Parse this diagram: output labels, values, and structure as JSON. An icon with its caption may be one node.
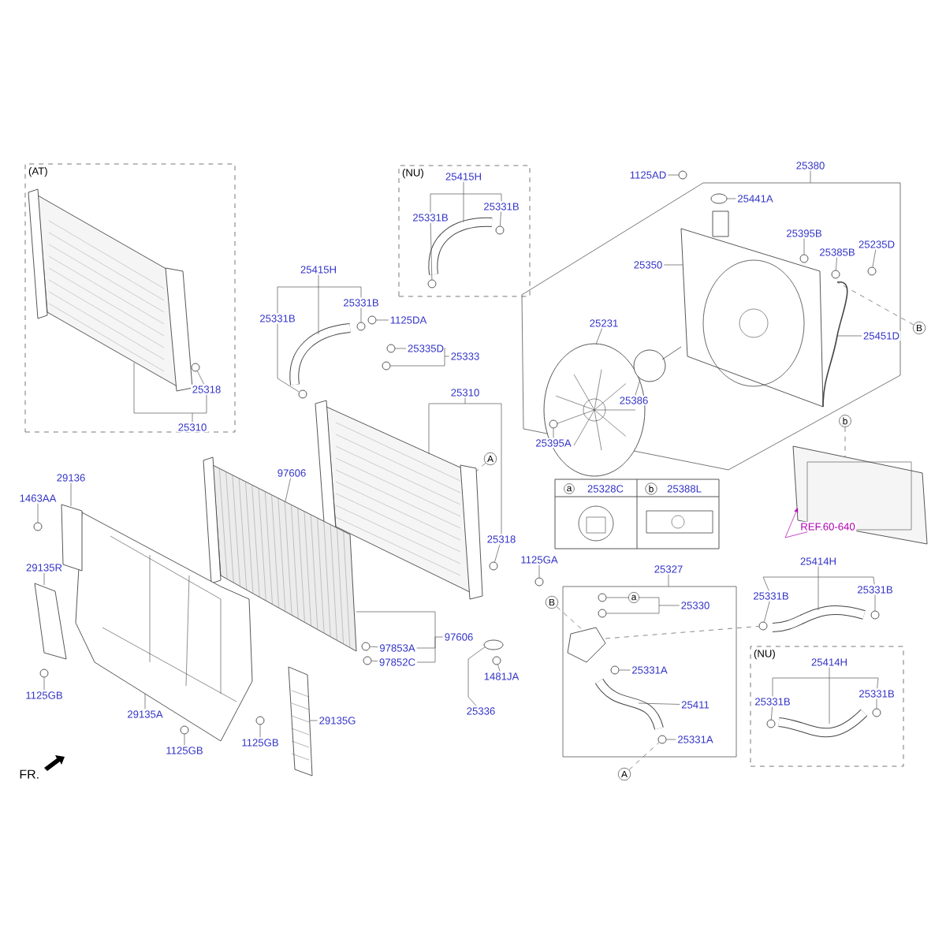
{
  "diagram": {
    "nodes": [
      {
        "text": [
          "(AT)"
        ]
      },
      {
        "text": [
          "25318"
        ],
        "in": 0
      },
      {
        "text": [
          "25310"
        ],
        "in": 0
      },
      {
        "text": [
          "(NU)"
        ]
      },
      {
        "text": [
          "25415H"
        ],
        "in": 3
      },
      {
        "text": [
          "25331B"
        ],
        "in": 3
      },
      {
        "text": [
          "25331B"
        ],
        "in": 3
      },
      {
        "text": [
          "25415H"
        ]
      },
      {
        "text": [
          "25331B"
        ]
      },
      {
        "text": [
          "25331B"
        ]
      },
      {
        "text": [
          "1125DA"
        ]
      },
      {
        "text": [
          "25335D"
        ]
      },
      {
        "text": [
          "25333"
        ]
      },
      {
        "text": [
          "25310"
        ]
      },
      {
        "text": [
          "25318"
        ]
      },
      {
        "text": [
          "A"
        ]
      },
      {
        "text": [
          "97606"
        ]
      },
      {
        "text": [
          "97606"
        ]
      },
      {
        "text": [
          "97853A"
        ]
      },
      {
        "text": [
          "97852C"
        ]
      },
      {
        "text": [
          "29136"
        ]
      },
      {
        "text": [
          "1463AA"
        ]
      },
      {
        "text": [
          "29135R"
        ]
      },
      {
        "text": [
          "1125GB"
        ]
      },
      {
        "text": [
          "29135A"
        ]
      },
      {
        "text": [
          "1125GB"
        ]
      },
      {
        "text": [
          "1125GB"
        ]
      },
      {
        "text": [
          "29135G"
        ]
      },
      {
        "text": [
          "1125AD"
        ]
      },
      {
        "text": [
          "25380"
        ]
      },
      {
        "text": [
          "25441A"
        ]
      },
      {
        "text": [
          "25395B"
        ]
      },
      {
        "text": [
          "25385B"
        ]
      },
      {
        "text": [
          "25235D"
        ]
      },
      {
        "text": [
          "25350"
        ]
      },
      {
        "text": [
          "25451D"
        ]
      },
      {
        "text": [
          "B"
        ]
      },
      {
        "text": [
          "25231"
        ]
      },
      {
        "text": [
          "25386"
        ]
      },
      {
        "text": [
          "25395A"
        ]
      },
      {
        "text": [
          "REF.60-640"
        ]
      },
      {
        "text": [
          "b"
        ]
      },
      {
        "text": [
          "1125GA"
        ]
      },
      {
        "text": [
          "B"
        ]
      },
      {
        "text": [
          "25327"
        ]
      },
      {
        "text": [
          "a"
        ]
      },
      {
        "text": [
          "25330"
        ]
      },
      {
        "text": [
          "25331A"
        ]
      },
      {
        "text": [
          "25411"
        ]
      },
      {
        "text": [
          "25331A"
        ]
      },
      {
        "text": [
          "A"
        ]
      },
      {
        "text": [
          "25414H"
        ]
      },
      {
        "text": [
          "25331B"
        ]
      },
      {
        "text": [
          "25331B"
        ]
      },
      {
        "text": [
          "(NU)"
        ]
      },
      {
        "text": [
          "25414H"
        ],
        "in": 54
      },
      {
        "text": [
          "25331B"
        ],
        "in": 54
      },
      {
        "text": [
          "25331B"
        ],
        "in": 54
      },
      {
        "text": [
          "1481JA"
        ]
      },
      {
        "text": [
          "25336"
        ]
      },
      {
        "text": [],
        "shape": "picture",
        "in": 0
      },
      {
        "text": [],
        "shape": "picture",
        "in": 3
      },
      {
        "text": [],
        "shape": "picture"
      },
      {
        "text": [],
        "shape": "picture"
      },
      {
        "text": [],
        "shape": "picture"
      },
      {
        "text": [],
        "shape": "box"
      },
      {
        "text": [],
        "shape": "picture"
      },
      {
        "text": [],
        "shape": "picture"
      },
      {
        "text": [],
        "shape": "picture"
      },
      {
        "text": [],
        "shape": "picture"
      },
      {
        "text": [],
        "shape": "picture"
      },
      {
        "text": [],
        "shape": "picture"
      },
      {
        "text": [],
        "shape": "circle"
      },
      {
        "text": [],
        "shape": "picture"
      },
      {
        "text": [],
        "shape": "picture"
      },
      {
        "text": [],
        "shape": "picture"
      },
      {
        "text": [],
        "shape": "picture"
      },
      {
        "text": [],
        "shape": "picture"
      },
      {
        "text": [],
        "shape": "picture",
        "in": 54
      },
      {
        "text": [],
        "shape": "circle"
      },
      {
        "text": [],
        "shape": "circle",
        "in": 0
      },
      {
        "text": [],
        "shape": "circle",
        "in": 3
      },
      {
        "text": [],
        "shape": "circle",
        "in": 3
      },
      {
        "text": [],
        "shape": "circle"
      },
      {
        "text": [],
        "shape": "circle"
      },
      {
        "text": [],
        "shape": "circle"
      },
      {
        "text": [],
        "shape": "circle"
      },
      {
        "text": [],
        "shape": "circle"
      },
      {
        "text": [],
        "shape": "circle"
      },
      {
        "text": [],
        "shape": "circle"
      },
      {
        "text": [],
        "shape": "circle"
      },
      {
        "text": [],
        "shape": "circle"
      },
      {
        "text": [],
        "shape": "circle"
      },
      {
        "text": [],
        "shape": "circle"
      },
      {
        "text": [],
        "shape": "circle"
      },
      {
        "text": [],
        "shape": "circle"
      },
      {
        "text": [],
        "shape": "circle"
      },
      {
        "text": [],
        "shape": "circle"
      },
      {
        "text": [],
        "shape": "circle"
      },
      {
        "text": [],
        "shape": "circle",
        "in": 71
      },
      {
        "text": [],
        "shape": "circle"
      },
      {
        "text": [],
        "shape": "circle"
      },
      {
        "text": [],
        "shape": "circle"
      },
      {
        "text": [],
        "shape": "circle"
      },
      {
        "text": [],
        "shape": "circle"
      },
      {
        "text": [],
        "shape": "circle"
      },
      {
        "text": [],
        "shape": "circle"
      },
      {
        "text": [],
        "shape": "circle",
        "in": 54
      },
      {
        "text": [],
        "shape": "circle",
        "in": 54
      },
      {
        "text": [],
        "shape": "circle"
      }
    ],
    "edges": [
      {
        "from": 1,
        "to": 80,
        "arrow": "none"
      },
      {
        "from": 2,
        "to": 60,
        "arrow": "none"
      },
      {
        "from": 2,
        "to": 1,
        "arrow": "none"
      },
      {
        "from": 4,
        "to": 5,
        "arrow": "none"
      },
      {
        "from": 4,
        "to": 6,
        "arrow": "none"
      },
      {
        "from": 4,
        "to": 61,
        "arrow": "none"
      },
      {
        "from": 5,
        "to": 81,
        "arrow": "none"
      },
      {
        "from": 6,
        "to": 82,
        "arrow": "none"
      },
      {
        "from": 7,
        "to": 8,
        "arrow": "none"
      },
      {
        "from": 7,
        "to": 9,
        "arrow": "none"
      },
      {
        "from": 7,
        "to": 62,
        "arrow": "none"
      },
      {
        "from": 8,
        "to": 83,
        "arrow": "none"
      },
      {
        "from": 9,
        "to": 84,
        "arrow": "none"
      },
      {
        "from": 10,
        "to": 85,
        "arrow": "none"
      },
      {
        "from": 11,
        "to": 86,
        "arrow": "none"
      },
      {
        "from": 12,
        "to": 11,
        "arrow": "none"
      },
      {
        "from": 12,
        "to": 87,
        "arrow": "none"
      },
      {
        "from": 13,
        "to": 63,
        "arrow": "none"
      },
      {
        "from": 13,
        "to": 14,
        "arrow": "none"
      },
      {
        "from": 14,
        "to": 88,
        "arrow": "none"
      },
      {
        "from": 15,
        "to": 63,
        "arrow": "none",
        "style": "dashed"
      },
      {
        "from": 16,
        "to": 64,
        "arrow": "none"
      },
      {
        "from": 17,
        "to": 64,
        "arrow": "none"
      },
      {
        "from": 17,
        "to": 18,
        "arrow": "none"
      },
      {
        "from": 17,
        "to": 19,
        "arrow": "none"
      },
      {
        "from": 18,
        "to": 89,
        "arrow": "none"
      },
      {
        "from": 19,
        "to": 90,
        "arrow": "none"
      },
      {
        "from": 20,
        "to": 65,
        "arrow": "none"
      },
      {
        "from": 21,
        "to": 91,
        "arrow": "none"
      },
      {
        "from": 22,
        "to": 66,
        "arrow": "none"
      },
      {
        "from": 23,
        "to": 92,
        "arrow": "none"
      },
      {
        "from": 24,
        "to": 67,
        "arrow": "none"
      },
      {
        "from": 25,
        "to": 93,
        "arrow": "none"
      },
      {
        "from": 26,
        "to": 94,
        "arrow": "none"
      },
      {
        "from": 27,
        "to": 68,
        "arrow": "none"
      },
      {
        "from": 28,
        "to": 95,
        "arrow": "none"
      },
      {
        "from": 29,
        "to": null,
        "arrow": "none"
      },
      {
        "from": 30,
        "to": 70,
        "arrow": "none"
      },
      {
        "from": 31,
        "to": 96,
        "arrow": "none"
      },
      {
        "from": 32,
        "to": 97,
        "arrow": "none"
      },
      {
        "from": 33,
        "to": 98,
        "arrow": "none"
      },
      {
        "from": 34,
        "to": 69,
        "arrow": "none"
      },
      {
        "from": 35,
        "to": 73,
        "arrow": "none"
      },
      {
        "from": 36,
        "to": 73,
        "arrow": "none",
        "style": "dashed"
      },
      {
        "from": 37,
        "to": 71,
        "arrow": "none"
      },
      {
        "from": 38,
        "to": 72,
        "arrow": "none"
      },
      {
        "from": 39,
        "to": 99,
        "arrow": "none"
      },
      {
        "from": 40,
        "to": 74,
        "arrow": "to",
        "color": "#b000b0"
      },
      {
        "from": 41,
        "to": 74,
        "arrow": "none",
        "style": "dashed"
      },
      {
        "from": 42,
        "to": 100,
        "arrow": "none"
      },
      {
        "from": 43,
        "to": 75,
        "arrow": "none",
        "style": "dashed"
      },
      {
        "from": 44,
        "to": null,
        "arrow": "none"
      },
      {
        "from": 45,
        "to": 101,
        "arrow": "none"
      },
      {
        "from": 46,
        "to": 45,
        "arrow": "none"
      },
      {
        "from": 46,
        "to": 102,
        "arrow": "none"
      },
      {
        "from": 47,
        "to": 103,
        "arrow": "none"
      },
      {
        "from": 48,
        "to": 76,
        "arrow": "none"
      },
      {
        "from": 49,
        "to": 104,
        "arrow": "none"
      },
      {
        "from": 50,
        "to": 104,
        "arrow": "none",
        "style": "dashed"
      },
      {
        "from": 51,
        "to": 52,
        "arrow": "none"
      },
      {
        "from": 51,
        "to": 53,
        "arrow": "none"
      },
      {
        "from": 51,
        "to": 77,
        "arrow": "none"
      },
      {
        "from": 52,
        "to": 105,
        "arrow": "none"
      },
      {
        "from": 53,
        "to": 106,
        "arrow": "none"
      },
      {
        "from": 55,
        "to": 56,
        "arrow": "none"
      },
      {
        "from": 55,
        "to": 57,
        "arrow": "none"
      },
      {
        "from": 55,
        "to": 78,
        "arrow": "none"
      },
      {
        "from": 56,
        "to": 107,
        "arrow": "none"
      },
      {
        "from": 57,
        "to": 108,
        "arrow": "none"
      },
      {
        "from": 58,
        "to": 109,
        "arrow": "none"
      },
      {
        "from": 59,
        "to": 79,
        "arrow": "none"
      },
      {
        "from": 75,
        "to": 105,
        "arrow": "none",
        "style": "dashed"
      }
    ],
    "labels": [
      "a",
      "25328C",
      "b",
      "25388L",
      "FR."
    ]
  }
}
